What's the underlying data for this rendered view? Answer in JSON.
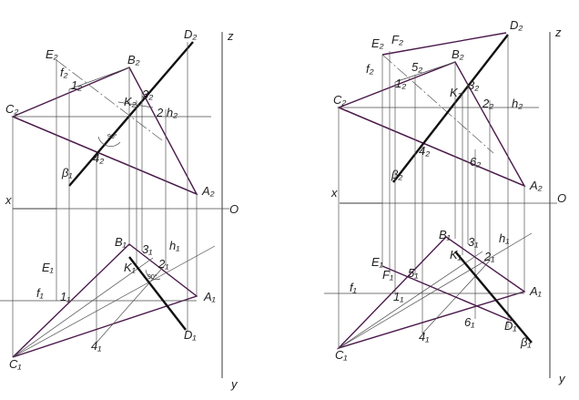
{
  "left_panel": {
    "axis": {
      "z": "z",
      "x": "x",
      "o": "O",
      "y": "y"
    },
    "points": {
      "c2": "C₂",
      "b2": "B₂",
      "d2": "D₂",
      "e2": "E₂",
      "f2": "f₂",
      "one2": "1₂",
      "k2": "K₂",
      "three2": "3₂",
      "two_h2": "2 h₂",
      "four2": "4₂",
      "beta1": "β₁",
      "a2": "A₂",
      "b1": "B₁",
      "three1": "3₁",
      "h1": "h₁",
      "k1": "K₁",
      "two1": "2₁",
      "e1": "E₁",
      "f1": "f₁",
      "one1": "1₁",
      "a1": "A₁",
      "c1": "C₁",
      "four1": "4₁",
      "d1": "D₁"
    },
    "angles": {
      "upper": "90°",
      "lower": "90°"
    }
  },
  "right_panel": {
    "axis": {
      "z": "z",
      "x": "x",
      "o": "O",
      "y": "y"
    },
    "points": {
      "e2": "E₂",
      "f2": "F₂",
      "d2": "D₂",
      "f2_lower": "f₂",
      "five2": "5₂",
      "b2": "B₂",
      "one2": "1₂",
      "k2": "K₂",
      "three2": "3₂",
      "c2": "C₂",
      "two2": "2₂",
      "h2": "h₂",
      "four2": "4₂",
      "six2": "6₂",
      "beta2": "β₂",
      "a2": "A₂",
      "b1": "B₁",
      "three1": "3₁",
      "h1": "h₁",
      "e1": "E₁",
      "k1": "K₁",
      "two1": "2₁",
      "f1_cap": "F₁",
      "five1": "5₁",
      "f1": "f₁",
      "one1": "1₁",
      "a1": "A₁",
      "six1": "6₁",
      "d1": "D₁",
      "beta1": "β₁",
      "c1": "C₁",
      "four1": "4₁"
    }
  }
}
